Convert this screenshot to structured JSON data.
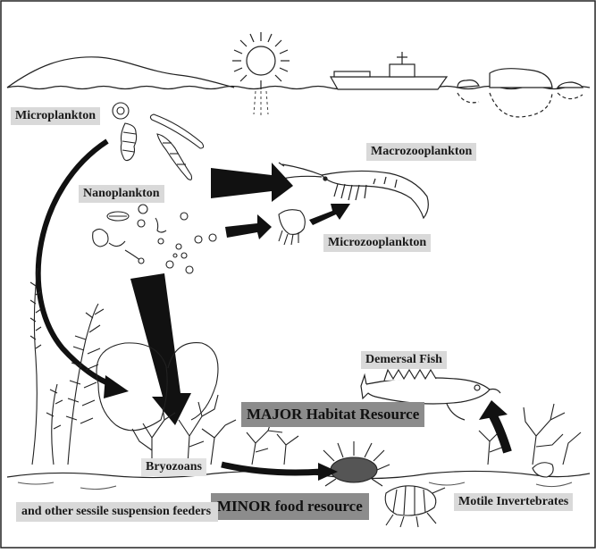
{
  "labels": {
    "microplankton": "Microplankton",
    "nanoplankton": "Nanoplankton",
    "macrozooplankton": "Macrozooplankton",
    "microzooplankton": "Microzooplankton",
    "demersal_fish": "Demersal Fish",
    "major_habitat": "MAJOR Habitat Resource",
    "bryozoans": "Bryozoans",
    "minor_food": "MINOR food resource",
    "motile_invertebrates": "Motile Invertebrates",
    "sessile_feeders": "and other sessile suspension feeders"
  },
  "colors": {
    "label_light": "#d9d9d9",
    "label_dark": "#8c8c8c",
    "ink": "#111111"
  },
  "icons": [
    "sun-icon",
    "ship-icon",
    "shrimp-icon",
    "fish-icon",
    "urchin-icon",
    "isopod-icon",
    "bryozoan-colony-icon",
    "seaweed-icon"
  ]
}
